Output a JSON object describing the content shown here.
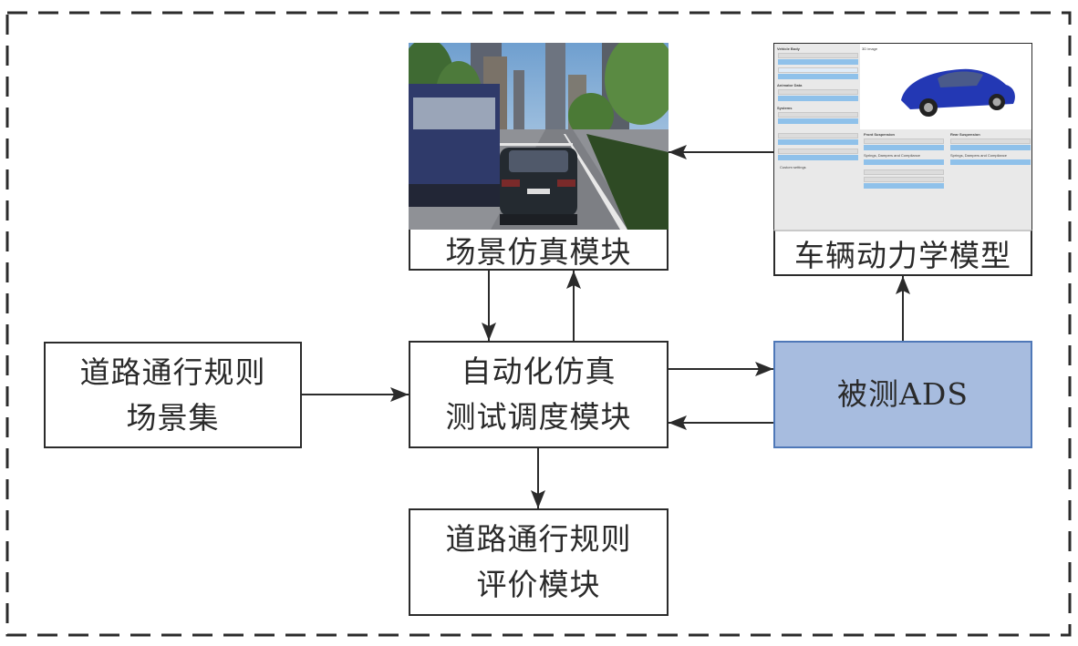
{
  "diagram": {
    "title": "",
    "colors": {
      "stroke": "#2b2b2b",
      "ads_fill": "#a7bcdf",
      "ads_border": "#4f78b8",
      "panel_bg": "#e9e9e9",
      "panel_value": "#8fc1ea"
    },
    "nodes": {
      "scene_sim": {
        "label": "场景仿真模块",
        "image": "driving-scene-screenshot"
      },
      "vehicle_dyn": {
        "label": "车辆动力学模型",
        "image": "vehicle-dynamics-config-screenshot",
        "panel": {
          "sections": [
            "Vehicle Body",
            "Animator Data",
            "Systems",
            "Front Suspension",
            "Rear Suspension"
          ],
          "sub_labels": [
            "Springs, Dampers and Compliance",
            "Springs, Dampers and Compliance"
          ],
          "checkbox_label": "Custom settings",
          "image_toggle": "3D image"
        }
      },
      "rule_scenarios": {
        "lines": [
          "道路通行规则",
          "场景集"
        ]
      },
      "scheduler": {
        "lines": [
          "自动化仿真",
          "测试调度模块"
        ]
      },
      "ads": {
        "lines": [
          "被测ADS"
        ]
      },
      "evaluation": {
        "lines": [
          "道路通行规则",
          "评价模块"
        ]
      }
    },
    "edges": [
      {
        "from": "rule_scenarios",
        "to": "scheduler"
      },
      {
        "from": "scene_sim",
        "to": "scheduler"
      },
      {
        "from": "scheduler",
        "to": "scene_sim"
      },
      {
        "from": "scheduler",
        "to": "ads"
      },
      {
        "from": "ads",
        "to": "scheduler"
      },
      {
        "from": "ads",
        "to": "vehicle_dyn"
      },
      {
        "from": "vehicle_dyn",
        "to": "scene_sim"
      },
      {
        "from": "scheduler",
        "to": "evaluation"
      }
    ],
    "boundary": "dashed"
  }
}
